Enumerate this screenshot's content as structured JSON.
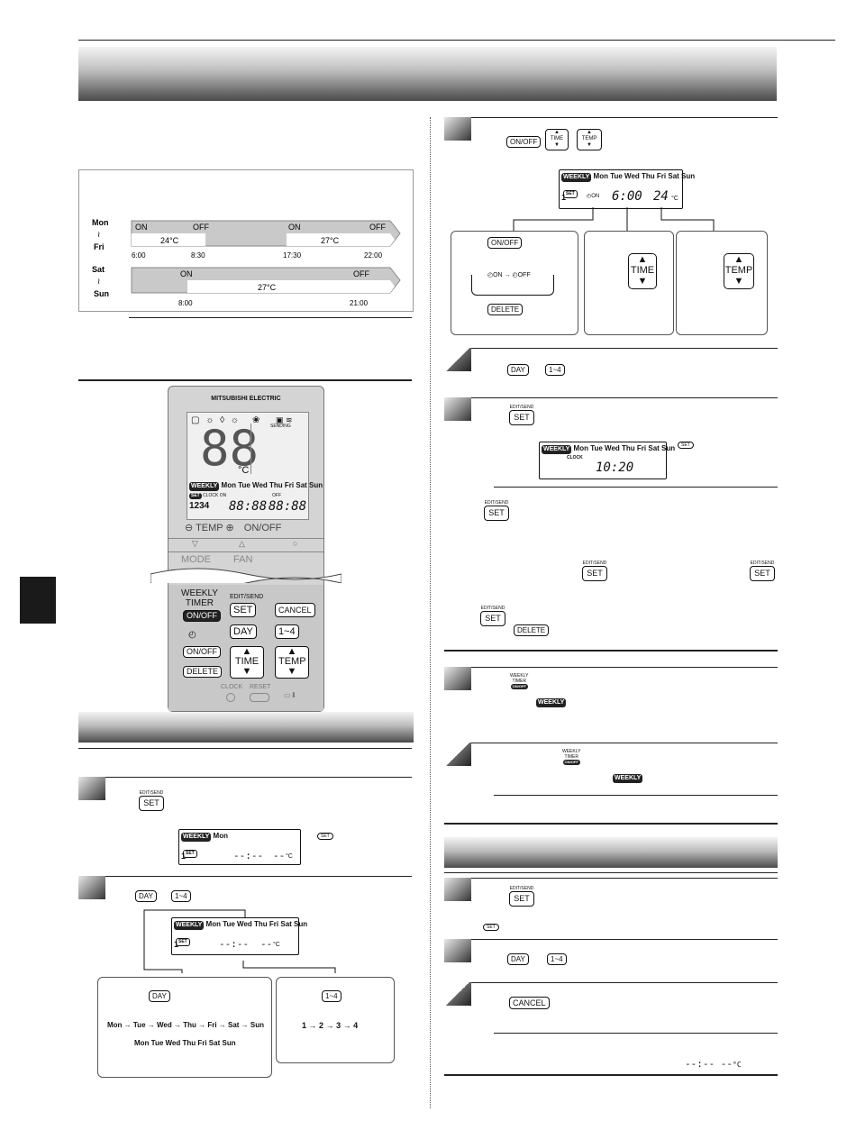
{
  "schedule": {
    "row1": {
      "days_from": "Mon",
      "days_sep": "≀",
      "days_to": "Fri",
      "labels": [
        "ON",
        "OFF",
        "ON",
        "OFF"
      ],
      "temps": [
        "24°C",
        "27°C"
      ],
      "times": [
        "6:00",
        "8:30",
        "17:30",
        "22:00"
      ]
    },
    "row2": {
      "days_from": "Sat",
      "days_sep": "≀",
      "days_to": "Sun",
      "labels": [
        "ON",
        "OFF"
      ],
      "temp": "27°C",
      "times": [
        "8:00",
        "21:00"
      ]
    }
  },
  "remote": {
    "brand": "MITSUBISHI ELECTRIC",
    "display": {
      "digits": "88",
      "unit": "°C",
      "sending": "SENDING",
      "weekly": "WEEKLY",
      "days": "Mon Tue Wed Thu Fri Sat Sun",
      "set": "SET",
      "clock": "CLOCK",
      "on": "ON",
      "off": "OFF",
      "nums": "1234",
      "time": "88:88",
      "time2": "88:88"
    },
    "temp_label": "TEMP",
    "onoff": "ON/OFF",
    "mode": "MODE",
    "fan": "FAN",
    "weekly_timer": [
      "WEEKLY",
      "TIMER"
    ],
    "edit_send": "EDIT/SEND",
    "set": "SET",
    "cancel": "CANCEL",
    "day": "DAY",
    "onefour": "1~4",
    "onoff_small": "ON/OFF",
    "delete": "DELETE",
    "time": "TIME",
    "temp": "TEMP",
    "clock": "CLOCK",
    "reset": "RESET"
  },
  "keys": {
    "onoff": "ON/OFF",
    "time": "TIME",
    "temp": "TEMP",
    "day": "DAY",
    "onefour": "1~4",
    "set": "SET",
    "edit_send": "EDIT/SEND",
    "delete": "DELETE",
    "cancel": "CANCEL",
    "weekly": "WEEKLY",
    "weekly_timer": [
      "WEEKLY",
      "TIMER",
      "ON/OFF"
    ]
  },
  "lcd": {
    "days": "Mon Tue Wed Thu Fri Sat Sun",
    "mon": "Mon",
    "set": "SET",
    "one": "1",
    "blank_time": "--:--",
    "blank_temp": "--",
    "unit": "°C",
    "on": "ON",
    "ex_time": "6:00",
    "ex_temp": "24",
    "clock": "CLOCK",
    "clock_time": "10:20"
  },
  "flows": {
    "days": [
      "Mon",
      "Tue",
      "Wed",
      "Thu",
      "Fri",
      "Sat",
      "Sun"
    ],
    "days_return": "Mon Tue Wed Thu Fri Sat Sun",
    "nums": [
      "1",
      "2",
      "3",
      "4"
    ],
    "onoff_cycle": [
      "ON",
      "OFF"
    ]
  },
  "footer": {
    "blank_time": "--:--",
    "blank_temp": "--",
    "unit": "°C"
  }
}
